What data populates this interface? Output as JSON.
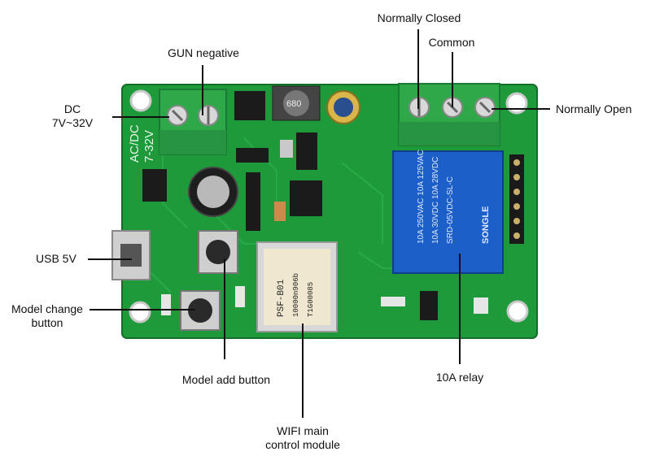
{
  "labels": {
    "gun_negative": "GUN negative",
    "dc_line1": "DC",
    "dc_line2": "7V~32V",
    "normally_closed": "Normally Closed",
    "common": "Common",
    "normally_open": "Normally Open",
    "usb": "USB 5V",
    "model_change_line1": "Model change",
    "model_change_line2": "button",
    "model_add": "Model add button",
    "relay": "10A relay",
    "wifi_line1": "WIFI main",
    "wifi_line2": "control module"
  },
  "board": {
    "silkscreen_left": "AC/DC",
    "silkscreen_left2": "7-32V",
    "relay_brand": "SONGLE",
    "relay_text": [
      "10A 250VAC 10A 125VAC",
      "10A 30VDC 10A 28VDC",
      "SRD-05VDC-SL-C"
    ],
    "module_text": [
      "PSF-B01",
      "10000n906b",
      "T1G00085"
    ],
    "inductor_text": "680"
  },
  "colors": {
    "pcb": "#1f9a3a",
    "pcb_dark": "#17802f",
    "terminal": "#2fa84a",
    "relay": "#1c5fc8",
    "label": "#111111"
  }
}
